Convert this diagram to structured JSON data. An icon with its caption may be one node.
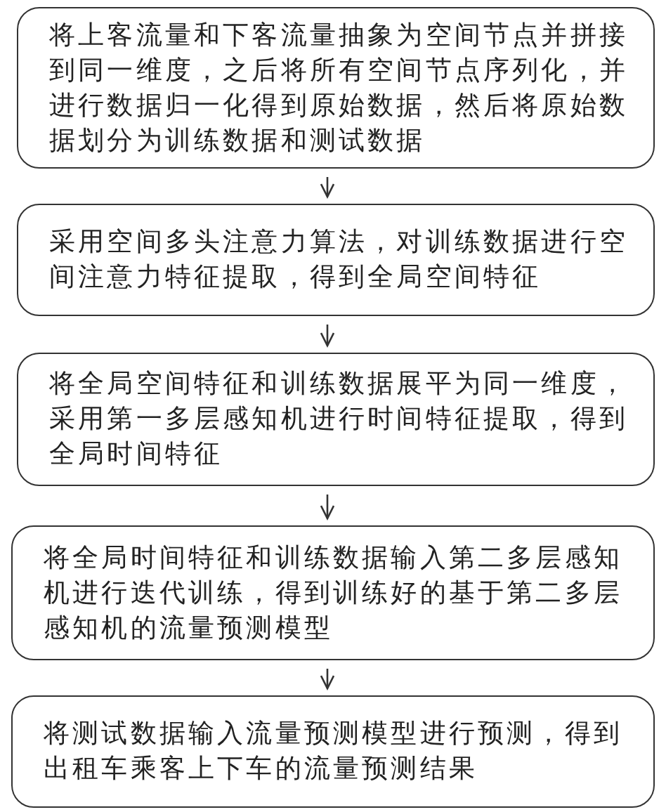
{
  "diagram": {
    "nodes": [
      {
        "text": [
          "将上客流量和下客流量抽象为空间节点并拼接到同一维度，之后将所有空间节点序列化，并进行数据归一化得到原始数据，然后将原始数据划分为训练数据和测试数据"
        ]
      },
      {
        "text": [
          "采用空间多头注意力算法，对训练数据进行空间注意力特征提取，得到全局空间特征"
        ]
      },
      {
        "text": [
          "将全局空间特征和训练数据展平为同一维度，采用第一多层感知机进行时间特征提取，得到全局时间特征"
        ]
      },
      {
        "text": [
          "将全局时间特征和训练数据输入第二多层感知机进行迭代训练，得到训练好的基于第二多层感知机的流量预测模型"
        ]
      },
      {
        "text": [
          "将测试数据输入流量预测模型进行预测，得到出租车乘客上下车的流量预测结果"
        ]
      }
    ],
    "edges": [
      {
        "from": 0,
        "to": 1,
        "arrow": "to"
      },
      {
        "from": 1,
        "to": 2,
        "arrow": "to"
      },
      {
        "from": 2,
        "to": 3,
        "arrow": "to"
      },
      {
        "from": 3,
        "to": 4,
        "arrow": "to"
      }
    ]
  }
}
